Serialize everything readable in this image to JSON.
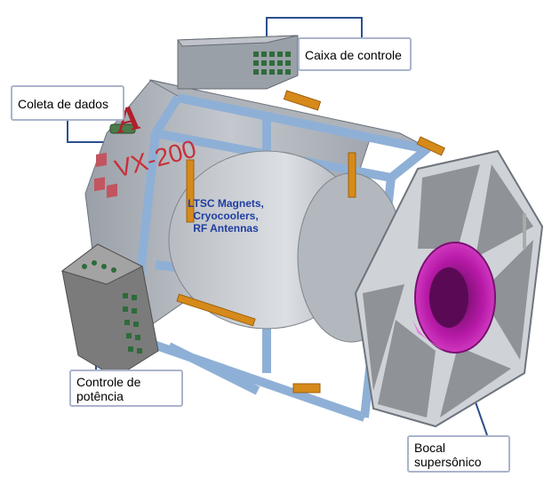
{
  "labels": {
    "control_box": "Caixa de controle",
    "data_collection": "Coleta de dados",
    "power_control": "Controle de potência",
    "nozzle": "Bocal supersônico"
  },
  "device": {
    "model": "VX-200",
    "logo_letter": "A",
    "subsystems": [
      "LTSC Magnets,",
      "Cryocoolers,",
      "RF Antennas"
    ]
  },
  "colors": {
    "frame_blue": "#8fb0d6",
    "bracket_orange": "#d68a1a",
    "nozzle_magenta": "#c21fb6",
    "panel_gray": "#7b7b7b",
    "callout_border": "#aab4cc",
    "label_blue": "#1f3da0",
    "brand_red": "#b0202a"
  }
}
